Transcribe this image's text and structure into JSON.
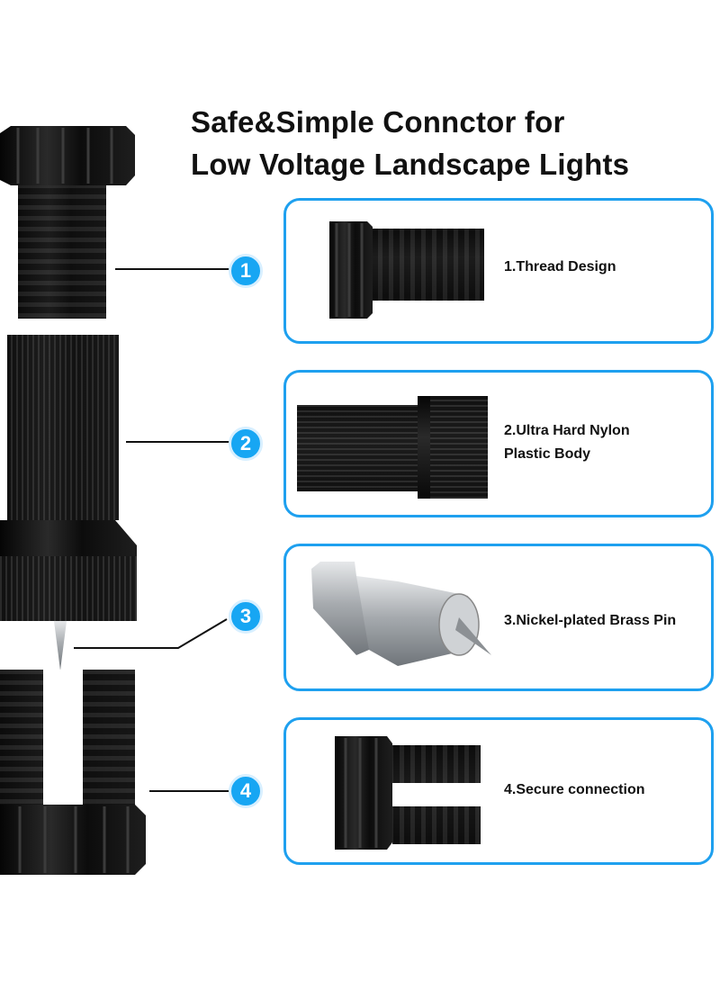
{
  "title": {
    "line1": "Safe&Simple Connctor for",
    "line2": "Low Voltage Landscape Lights"
  },
  "features": [
    {
      "number": "1",
      "label": "1.Thread Design",
      "icon": "thread-design-icon"
    },
    {
      "number": "2",
      "label_line1": "2.Ultra Hard Nylon",
      "label_line2": "Plastic Body",
      "icon": "nylon-body-icon"
    },
    {
      "number": "3",
      "label": "3.Nickel-plated Brass Pin",
      "icon": "brass-pin-icon"
    },
    {
      "number": "4",
      "label": "4.Secure connection",
      "icon": "secure-connection-icon"
    }
  ],
  "colors": {
    "accent": "#1ea0ef",
    "badge": "#17a6f3",
    "part": "#121212",
    "metal": "#b8bcc0"
  }
}
